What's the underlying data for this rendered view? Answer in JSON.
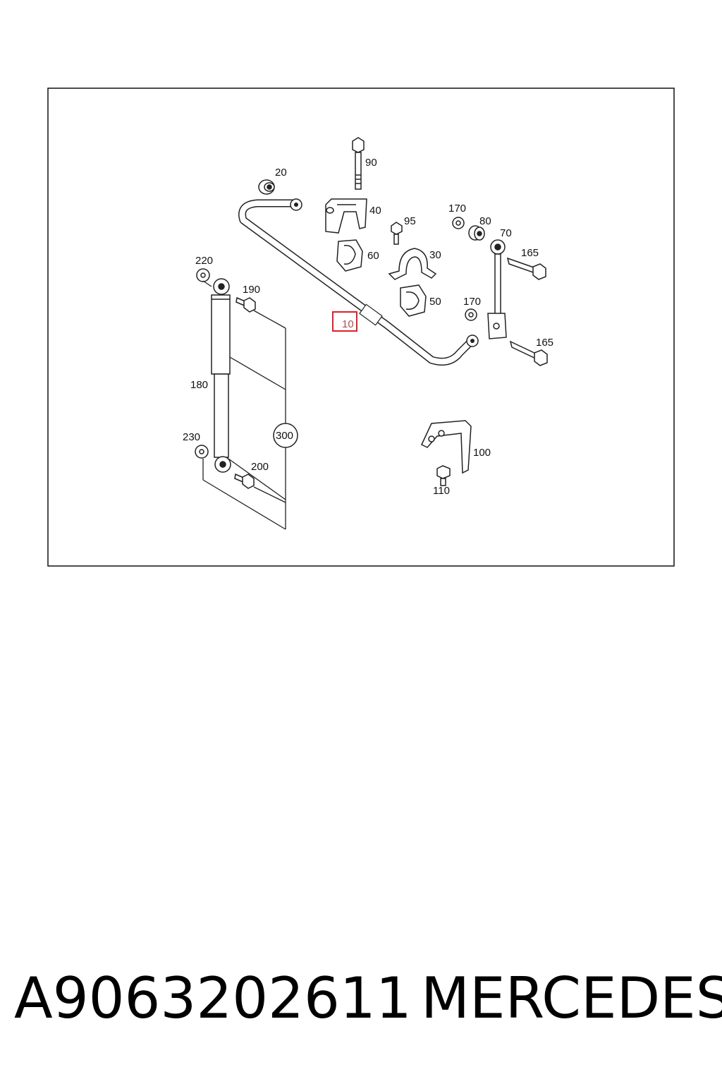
{
  "diagram": {
    "labels": {
      "p10": "10",
      "p20": "20",
      "p30": "30",
      "p40": "40",
      "p50": "50",
      "p60": "60",
      "p70": "70",
      "p80": "80",
      "p90": "90",
      "p95": "95",
      "p100": "100",
      "p110": "110",
      "p165a": "165",
      "p165b": "165",
      "p170a": "170",
      "p170b": "170",
      "p180": "180",
      "p190": "190",
      "p200": "200",
      "p220": "220",
      "p230": "230",
      "p300": "300"
    },
    "highlighted_part": "10",
    "highlight_color": "#e0202a"
  },
  "footer": {
    "part_number": "A9063202611",
    "brand": "MERCEDES"
  }
}
